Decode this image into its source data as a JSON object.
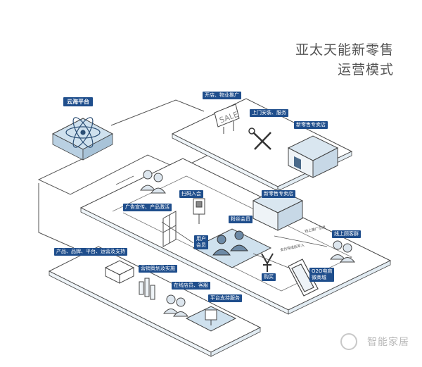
{
  "title": {
    "line1": "亚太天能新零售",
    "line2": "运营模式"
  },
  "platform": {
    "label": "云海平台"
  },
  "labels": {
    "store_open": "开店、物业推广",
    "install": "上门安装、服务",
    "store_top": "新零售专卖店",
    "scan": "扫码入会",
    "store_mid": "新零售专卖店",
    "ads": "广告宣传、产品激活",
    "fans": "粉丝会员",
    "users": "用户\n会员",
    "online_group": "线上顾客群",
    "products": "产品、品牌、平台、运营及支持",
    "marketing": "营销策划及实施",
    "online_staff": "在线店员、客服",
    "support": "平台支持服务",
    "o2o": "O2O电商\n微商城"
  },
  "small_text": {
    "online_pull": "线上推广引流",
    "pay_confirm": "支付完成后写入",
    "buy": "购买"
  },
  "watermark": "智能家居",
  "colors": {
    "accent": "#1f4e8c",
    "platform_fill": "#d6e6f2",
    "line": "#555555"
  }
}
